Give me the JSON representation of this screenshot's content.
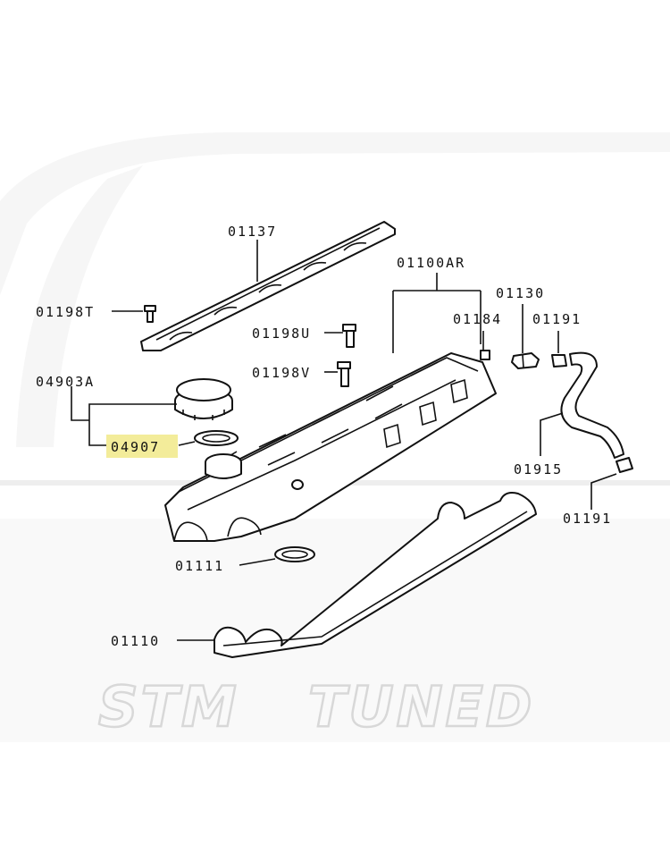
{
  "labels": {
    "l01137": "01137",
    "l01100AR": "01100AR",
    "l01130": "01130",
    "l01198T": "01198T",
    "l01184": "01184",
    "l01191a": "01191",
    "l01198U": "01198U",
    "l01198V": "01198V",
    "l04903A": "04903A",
    "l04907": "04907",
    "l01915": "01915",
    "l01191b": "01191",
    "l01111": "01111",
    "l01110": "01110"
  },
  "highlight_color": "#f3ec9a",
  "watermark": {
    "left": "STM",
    "right": "TUNED"
  }
}
